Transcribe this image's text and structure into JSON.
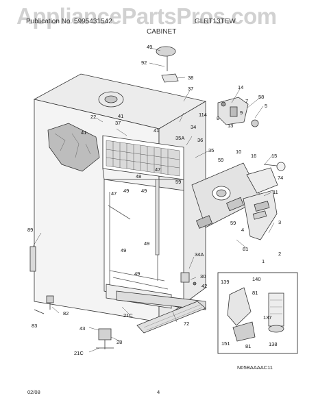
{
  "watermark": "AppliancePartsPros.com",
  "header": {
    "publication_no": "Publication No. 5995431542",
    "model": "GLRT13TEW",
    "section_title": "CABINET"
  },
  "footer": {
    "date": "02/08",
    "page": "4",
    "diagram_code": "N05BAAAAC11"
  },
  "callouts": [
    {
      "id": "c49a",
      "label": "49"
    },
    {
      "id": "c92",
      "label": "92"
    },
    {
      "id": "c38",
      "label": "38"
    },
    {
      "id": "c37a",
      "label": "37"
    },
    {
      "id": "c14",
      "label": "14"
    },
    {
      "id": "c58",
      "label": "58"
    },
    {
      "id": "c7",
      "label": "7"
    },
    {
      "id": "c5",
      "label": "5"
    },
    {
      "id": "c8",
      "label": "8"
    },
    {
      "id": "c13",
      "label": "13"
    },
    {
      "id": "c9",
      "label": "9"
    },
    {
      "id": "c22",
      "label": "22"
    },
    {
      "id": "c41a",
      "label": "41"
    },
    {
      "id": "c37b",
      "label": "37"
    },
    {
      "id": "c41b",
      "label": "41"
    },
    {
      "id": "c41c",
      "label": "41"
    },
    {
      "id": "c114",
      "label": "114"
    },
    {
      "id": "c34",
      "label": "34"
    },
    {
      "id": "c35a",
      "label": "35A"
    },
    {
      "id": "c36",
      "label": "36"
    },
    {
      "id": "c35",
      "label": "35"
    },
    {
      "id": "c10",
      "label": "10"
    },
    {
      "id": "c16",
      "label": "16"
    },
    {
      "id": "c15",
      "label": "15"
    },
    {
      "id": "c59a",
      "label": "59"
    },
    {
      "id": "c59b",
      "label": "59"
    },
    {
      "id": "c74",
      "label": "74"
    },
    {
      "id": "c47a",
      "label": "47"
    },
    {
      "id": "c48",
      "label": "48"
    },
    {
      "id": "c47b",
      "label": "47"
    },
    {
      "id": "c49b",
      "label": "49"
    },
    {
      "id": "c49c",
      "label": "49"
    },
    {
      "id": "c11",
      "label": "11"
    },
    {
      "id": "c59c",
      "label": "59"
    },
    {
      "id": "c3",
      "label": "3"
    },
    {
      "id": "c4",
      "label": "4"
    },
    {
      "id": "c49d",
      "label": "49"
    },
    {
      "id": "c49e",
      "label": "49"
    },
    {
      "id": "c89",
      "label": "89"
    },
    {
      "id": "c81a",
      "label": "81"
    },
    {
      "id": "c2",
      "label": "2"
    },
    {
      "id": "c1",
      "label": "1"
    },
    {
      "id": "c49f",
      "label": "49"
    },
    {
      "id": "c34a",
      "label": "34A"
    },
    {
      "id": "c30",
      "label": "30"
    },
    {
      "id": "c42",
      "label": "42"
    },
    {
      "id": "c139",
      "label": "139"
    },
    {
      "id": "c140",
      "label": "140"
    },
    {
      "id": "c81b",
      "label": "81"
    },
    {
      "id": "c137",
      "label": "137"
    },
    {
      "id": "c138",
      "label": "138"
    },
    {
      "id": "c151",
      "label": "151"
    },
    {
      "id": "c81c",
      "label": "81"
    },
    {
      "id": "c82",
      "label": "82"
    },
    {
      "id": "c21ca",
      "label": "21C"
    },
    {
      "id": "c72",
      "label": "72"
    },
    {
      "id": "c83",
      "label": "83"
    },
    {
      "id": "c43",
      "label": "43"
    },
    {
      "id": "c28",
      "label": "28"
    },
    {
      "id": "c21cb",
      "label": "21C"
    }
  ]
}
